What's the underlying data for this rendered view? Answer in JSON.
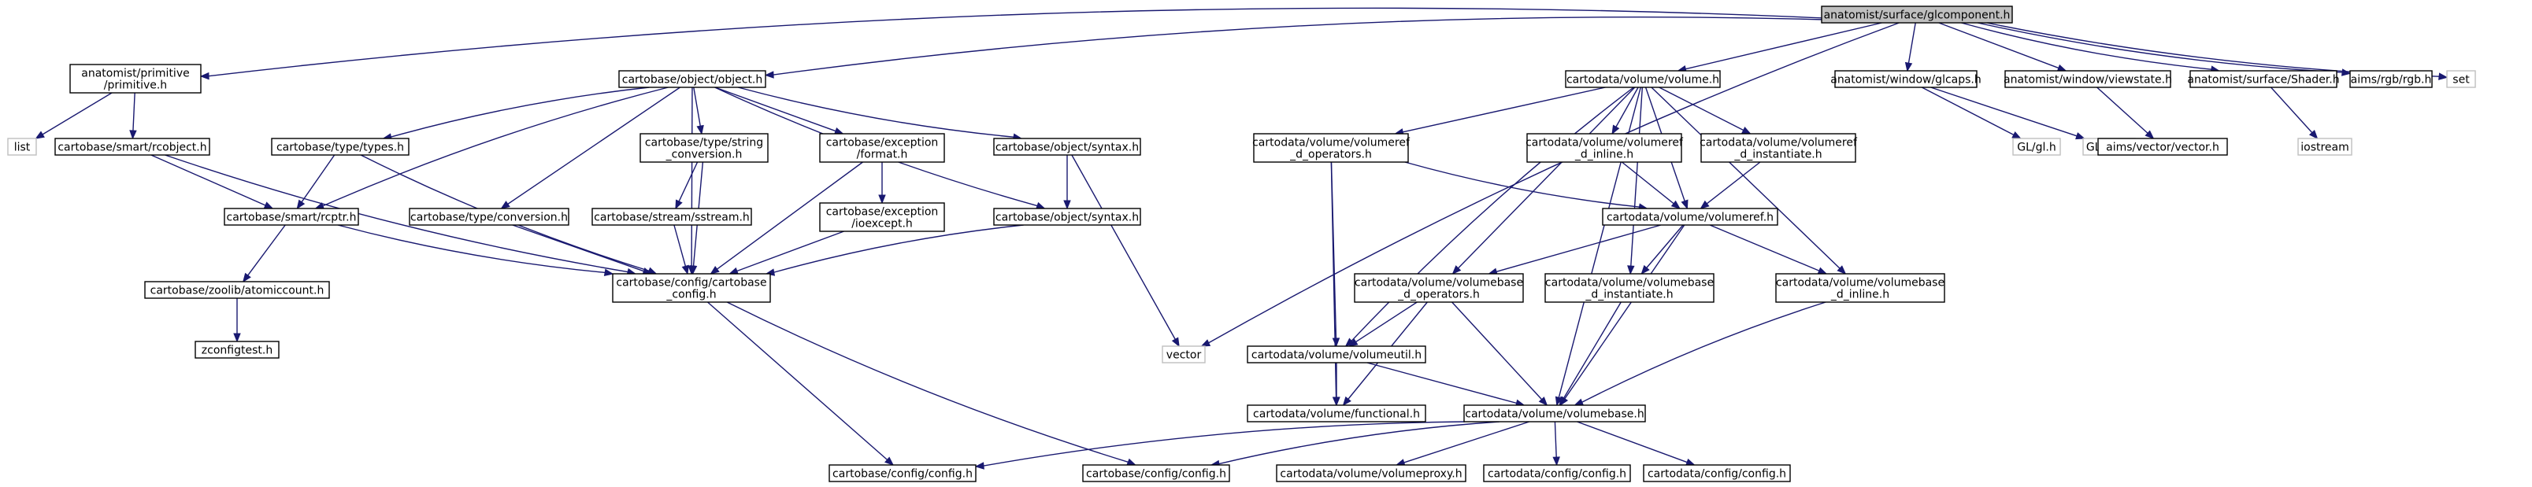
{
  "title": "anatomist/surface/glcomponent.h",
  "colors": {
    "edge": "#191970",
    "root_fill": "#bfbfbf",
    "node_border": "#000000",
    "external_border": "#bfbfbf",
    "background": "#ffffff"
  },
  "nodes": [
    {
      "id": "glc",
      "lines": [
        "anatomist/surface/glcomponent.h"
      ],
      "kind": "root"
    },
    {
      "id": "prim",
      "lines": [
        "anatomist/primitive",
        "/primitive.h"
      ],
      "kind": "file"
    },
    {
      "id": "list",
      "lines": [
        "list"
      ],
      "kind": "external"
    },
    {
      "id": "rcobj",
      "lines": [
        "cartobase/smart/rcobject.h"
      ],
      "kind": "file"
    },
    {
      "id": "object",
      "lines": [
        "cartobase/object/object.h"
      ],
      "kind": "file"
    },
    {
      "id": "types",
      "lines": [
        "cartobase/type/types.h"
      ],
      "kind": "file"
    },
    {
      "id": "rcptr",
      "lines": [
        "cartobase/smart/rcptr.h"
      ],
      "kind": "file"
    },
    {
      "id": "atomic",
      "lines": [
        "cartobase/zoolib/atomiccount.h"
      ],
      "kind": "file"
    },
    {
      "id": "zconf",
      "lines": [
        "zconfigtest.h"
      ],
      "kind": "file"
    },
    {
      "id": "conv",
      "lines": [
        "cartobase/type/conversion.h"
      ],
      "kind": "file"
    },
    {
      "id": "strconv",
      "lines": [
        "cartobase/type/string",
        "_conversion.h"
      ],
      "kind": "file"
    },
    {
      "id": "sstream",
      "lines": [
        "cartobase/stream/sstream.h"
      ],
      "kind": "file"
    },
    {
      "id": "format",
      "lines": [
        "cartobase/exception",
        "/format.h"
      ],
      "kind": "file"
    },
    {
      "id": "ioexc",
      "lines": [
        "cartobase/exception",
        "/ioexcept.h"
      ],
      "kind": "file"
    },
    {
      "id": "syn1",
      "lines": [
        "cartobase/object/syntax.h"
      ],
      "kind": "file"
    },
    {
      "id": "syn2",
      "lines": [
        "cartobase/object/syntax.h"
      ],
      "kind": "file"
    },
    {
      "id": "cbconf",
      "lines": [
        "cartobase/config/cartobase",
        "_config.h"
      ],
      "kind": "file"
    },
    {
      "id": "conf1",
      "lines": [
        "cartobase/config/config.h"
      ],
      "kind": "file"
    },
    {
      "id": "conf2",
      "lines": [
        "cartobase/config/config.h"
      ],
      "kind": "file"
    },
    {
      "id": "vector",
      "lines": [
        "vector"
      ],
      "kind": "external"
    },
    {
      "id": "volume",
      "lines": [
        "cartodata/volume/volume.h"
      ],
      "kind": "file"
    },
    {
      "id": "vrefop",
      "lines": [
        "cartodata/volume/volumeref",
        "_d_operators.h"
      ],
      "kind": "file"
    },
    {
      "id": "vrefinl",
      "lines": [
        "cartodata/volume/volumeref",
        "_d_inline.h"
      ],
      "kind": "file"
    },
    {
      "id": "vrefinst",
      "lines": [
        "cartodata/volume/volumeref",
        "_d_instantiate.h"
      ],
      "kind": "file"
    },
    {
      "id": "vref",
      "lines": [
        "cartodata/volume/volumeref.h"
      ],
      "kind": "file"
    },
    {
      "id": "vbop",
      "lines": [
        "cartodata/volume/volumebase",
        "_d_operators.h"
      ],
      "kind": "file"
    },
    {
      "id": "vbinst",
      "lines": [
        "cartodata/volume/volumebase",
        "_d_instantiate.h"
      ],
      "kind": "file"
    },
    {
      "id": "vbinl",
      "lines": [
        "cartodata/volume/volumebase",
        "_d_inline.h"
      ],
      "kind": "file"
    },
    {
      "id": "vutil",
      "lines": [
        "cartodata/volume/volumeutil.h"
      ],
      "kind": "file"
    },
    {
      "id": "func",
      "lines": [
        "cartodata/volume/functional.h"
      ],
      "kind": "file"
    },
    {
      "id": "vbase",
      "lines": [
        "cartodata/volume/volumebase.h"
      ],
      "kind": "file"
    },
    {
      "id": "vproxy",
      "lines": [
        "cartodata/volume/volumeproxy.h"
      ],
      "kind": "file"
    },
    {
      "id": "cdconf1",
      "lines": [
        "cartodata/config/config.h"
      ],
      "kind": "file"
    },
    {
      "id": "cdconf2",
      "lines": [
        "cartodata/config/config.h"
      ],
      "kind": "file"
    },
    {
      "id": "glcaps",
      "lines": [
        "anatomist/window/glcaps.h"
      ],
      "kind": "file"
    },
    {
      "id": "glh",
      "lines": [
        "GL/gl.h"
      ],
      "kind": "external"
    },
    {
      "id": "gluh",
      "lines": [
        "GL/glu.h"
      ],
      "kind": "external"
    },
    {
      "id": "vstate",
      "lines": [
        "anatomist/window/viewstate.h"
      ],
      "kind": "file"
    },
    {
      "id": "aimsvec",
      "lines": [
        "aims/vector/vector.h"
      ],
      "kind": "file"
    },
    {
      "id": "shader",
      "lines": [
        "anatomist/surface/Shader.h"
      ],
      "kind": "file"
    },
    {
      "id": "iostream",
      "lines": [
        "iostream"
      ],
      "kind": "external"
    },
    {
      "id": "rgb",
      "lines": [
        "aims/rgb/rgb.h"
      ],
      "kind": "file"
    },
    {
      "id": "set",
      "lines": [
        "set"
      ],
      "kind": "external"
    }
  ],
  "edges": [
    [
      "glc",
      "prim"
    ],
    [
      "glc",
      "object"
    ],
    [
      "glc",
      "vector"
    ],
    [
      "glc",
      "volume"
    ],
    [
      "glc",
      "glcaps"
    ],
    [
      "glc",
      "vstate"
    ],
    [
      "glc",
      "shader"
    ],
    [
      "glc",
      "rgb"
    ],
    [
      "glc",
      "set"
    ],
    [
      "prim",
      "list"
    ],
    [
      "prim",
      "rcobj"
    ],
    [
      "rcobj",
      "rcptr"
    ],
    [
      "rcobj",
      "cbconf"
    ],
    [
      "object",
      "rcptr"
    ],
    [
      "object",
      "types"
    ],
    [
      "object",
      "conv"
    ],
    [
      "object",
      "strconv"
    ],
    [
      "object",
      "format"
    ],
    [
      "object",
      "syn1"
    ],
    [
      "object",
      "syn2"
    ],
    [
      "object",
      "cbconf"
    ],
    [
      "types",
      "rcptr"
    ],
    [
      "types",
      "cbconf"
    ],
    [
      "rcptr",
      "atomic"
    ],
    [
      "rcptr",
      "cbconf"
    ],
    [
      "atomic",
      "zconf"
    ],
    [
      "conv",
      "cbconf"
    ],
    [
      "strconv",
      "sstream"
    ],
    [
      "strconv",
      "cbconf"
    ],
    [
      "sstream",
      "cbconf"
    ],
    [
      "format",
      "ioexc"
    ],
    [
      "format",
      "cbconf"
    ],
    [
      "ioexc",
      "cbconf"
    ],
    [
      "syn1",
      "syn2"
    ],
    [
      "syn1",
      "vector"
    ],
    [
      "syn2",
      "cbconf"
    ],
    [
      "cbconf",
      "conf1"
    ],
    [
      "cbconf",
      "conf2"
    ],
    [
      "volume",
      "vrefop"
    ],
    [
      "volume",
      "vrefinl"
    ],
    [
      "volume",
      "vrefinst"
    ],
    [
      "volume",
      "vref"
    ],
    [
      "volume",
      "vbop"
    ],
    [
      "volume",
      "vbinst"
    ],
    [
      "volume",
      "vbinl"
    ],
    [
      "volume",
      "vutil"
    ],
    [
      "volume",
      "vbase"
    ],
    [
      "vrefop",
      "vref"
    ],
    [
      "vrefop",
      "vutil"
    ],
    [
      "vrefop",
      "func"
    ],
    [
      "vrefinl",
      "vref"
    ],
    [
      "vrefinst",
      "vref"
    ],
    [
      "vref",
      "vbop"
    ],
    [
      "vref",
      "vbinst"
    ],
    [
      "vref",
      "vbinl"
    ],
    [
      "vref",
      "vbase"
    ],
    [
      "vbop",
      "vutil"
    ],
    [
      "vbop",
      "func"
    ],
    [
      "vbop",
      "vbase"
    ],
    [
      "vbinst",
      "vbase"
    ],
    [
      "vbinl",
      "vbase"
    ],
    [
      "vutil",
      "func"
    ],
    [
      "vutil",
      "vbase"
    ],
    [
      "vbase",
      "conf1"
    ],
    [
      "vbase",
      "conf2"
    ],
    [
      "vbase",
      "vproxy"
    ],
    [
      "vbase",
      "cdconf1"
    ],
    [
      "vbase",
      "cdconf2"
    ],
    [
      "glcaps",
      "glh"
    ],
    [
      "glcaps",
      "gluh"
    ],
    [
      "vstate",
      "aimsvec"
    ],
    [
      "shader",
      "iostream"
    ]
  ]
}
